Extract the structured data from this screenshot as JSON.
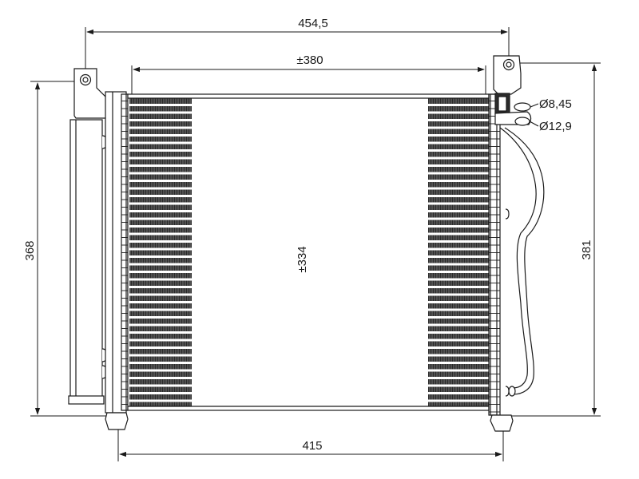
{
  "diagram": {
    "type": "technical-drawing",
    "subject": "A/C condenser",
    "colors": {
      "ink": "#1a1a1a",
      "fin": "#2b2b2b",
      "paper": "#ffffff"
    },
    "dimensions": {
      "overall_width": "454,5",
      "core_width": "±380",
      "core_height": "±334",
      "left_height": "368",
      "right_height": "381",
      "bottom_width": "415",
      "pipe_diameter_small": "Ø8,45",
      "pipe_diameter_large": "Ø12,9"
    }
  }
}
